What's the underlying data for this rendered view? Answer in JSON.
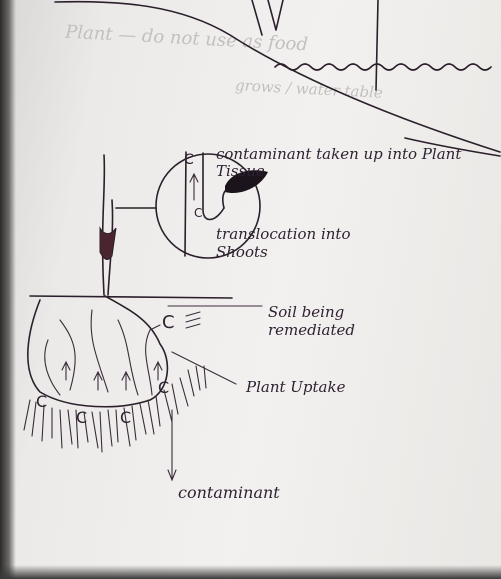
{
  "annotations": {
    "contaminant_taken_up": "contaminant taken up into Plant Tissue",
    "translocation": "translocation into Shoots",
    "soil_label": "Soil being remediated",
    "uptake_label": "Plant Uptake",
    "contaminant_label": "contaminant"
  },
  "contaminant_marker": "C",
  "ghost_text": {
    "line1": "Plant — do not use as food",
    "line2": "grows / water table"
  },
  "colors": {
    "ink": "#2a1f2b",
    "leaf": "#1c141c",
    "paper": "#f0eeec"
  }
}
